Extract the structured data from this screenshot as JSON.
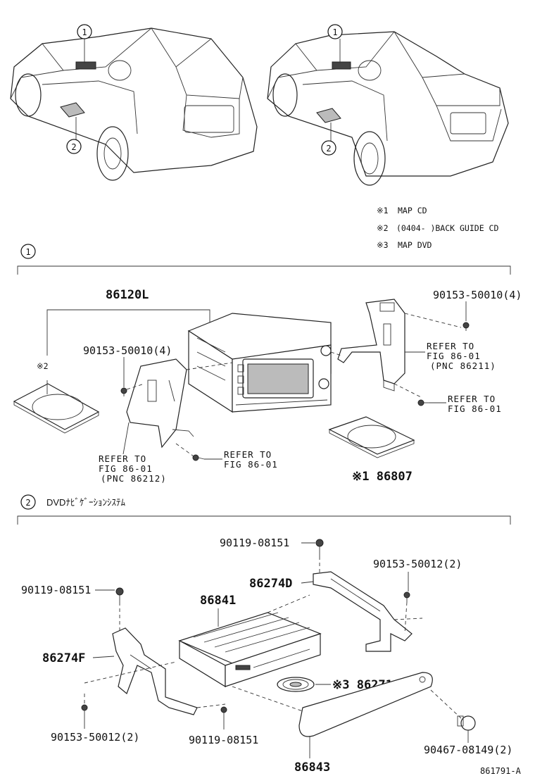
{
  "callouts": {
    "c1": "1",
    "c2": "2"
  },
  "legend": {
    "n1_mark": "※1",
    "n1_text": "MAP CD",
    "n2_mark": "※2",
    "n2_text": "(0404-   )BACK GUIDE CD",
    "n3_mark": "※3",
    "n3_text": "MAP DVD"
  },
  "section1": {
    "number": "1",
    "main_unit": "86120L",
    "bolt_right": "90153-50010(4)",
    "bolt_left": "90153-50010(4)",
    "note_mark_left": "※2",
    "cd_right": "※1 86807",
    "ref_right_1": "REFER TO",
    "ref_right_2": "FIG 86-01",
    "ref_right_3": "(PNC 86211)",
    "ref_screw_right_1": "REFER TO",
    "ref_screw_right_2": "FIG 86-01",
    "ref_left_1": "REFER TO",
    "ref_left_2": "FIG 86-01",
    "ref_left_3": "(PNC 86212)",
    "ref_screw_left_1": "REFER TO",
    "ref_screw_left_2": "FIG 86-01"
  },
  "section2": {
    "number": "2",
    "title": "DVDﾅﾋﾞｹﾞｰｼｮﾝｼｽﾃﾑ",
    "screw_top": "90119-08151",
    "screw_left": "90119-08151",
    "bolt_right": "90153-50012(2)",
    "bracket_right": "86274D",
    "dvd_unit": "86841",
    "bracket_left": "86274F",
    "disc": "※3 86271",
    "bolt_bottom_left": "90153-50012(2)",
    "screw_bottom": "90119-08151",
    "cover": "86843",
    "clip": "90467-08149(2)"
  },
  "figure_id": "861791-A"
}
